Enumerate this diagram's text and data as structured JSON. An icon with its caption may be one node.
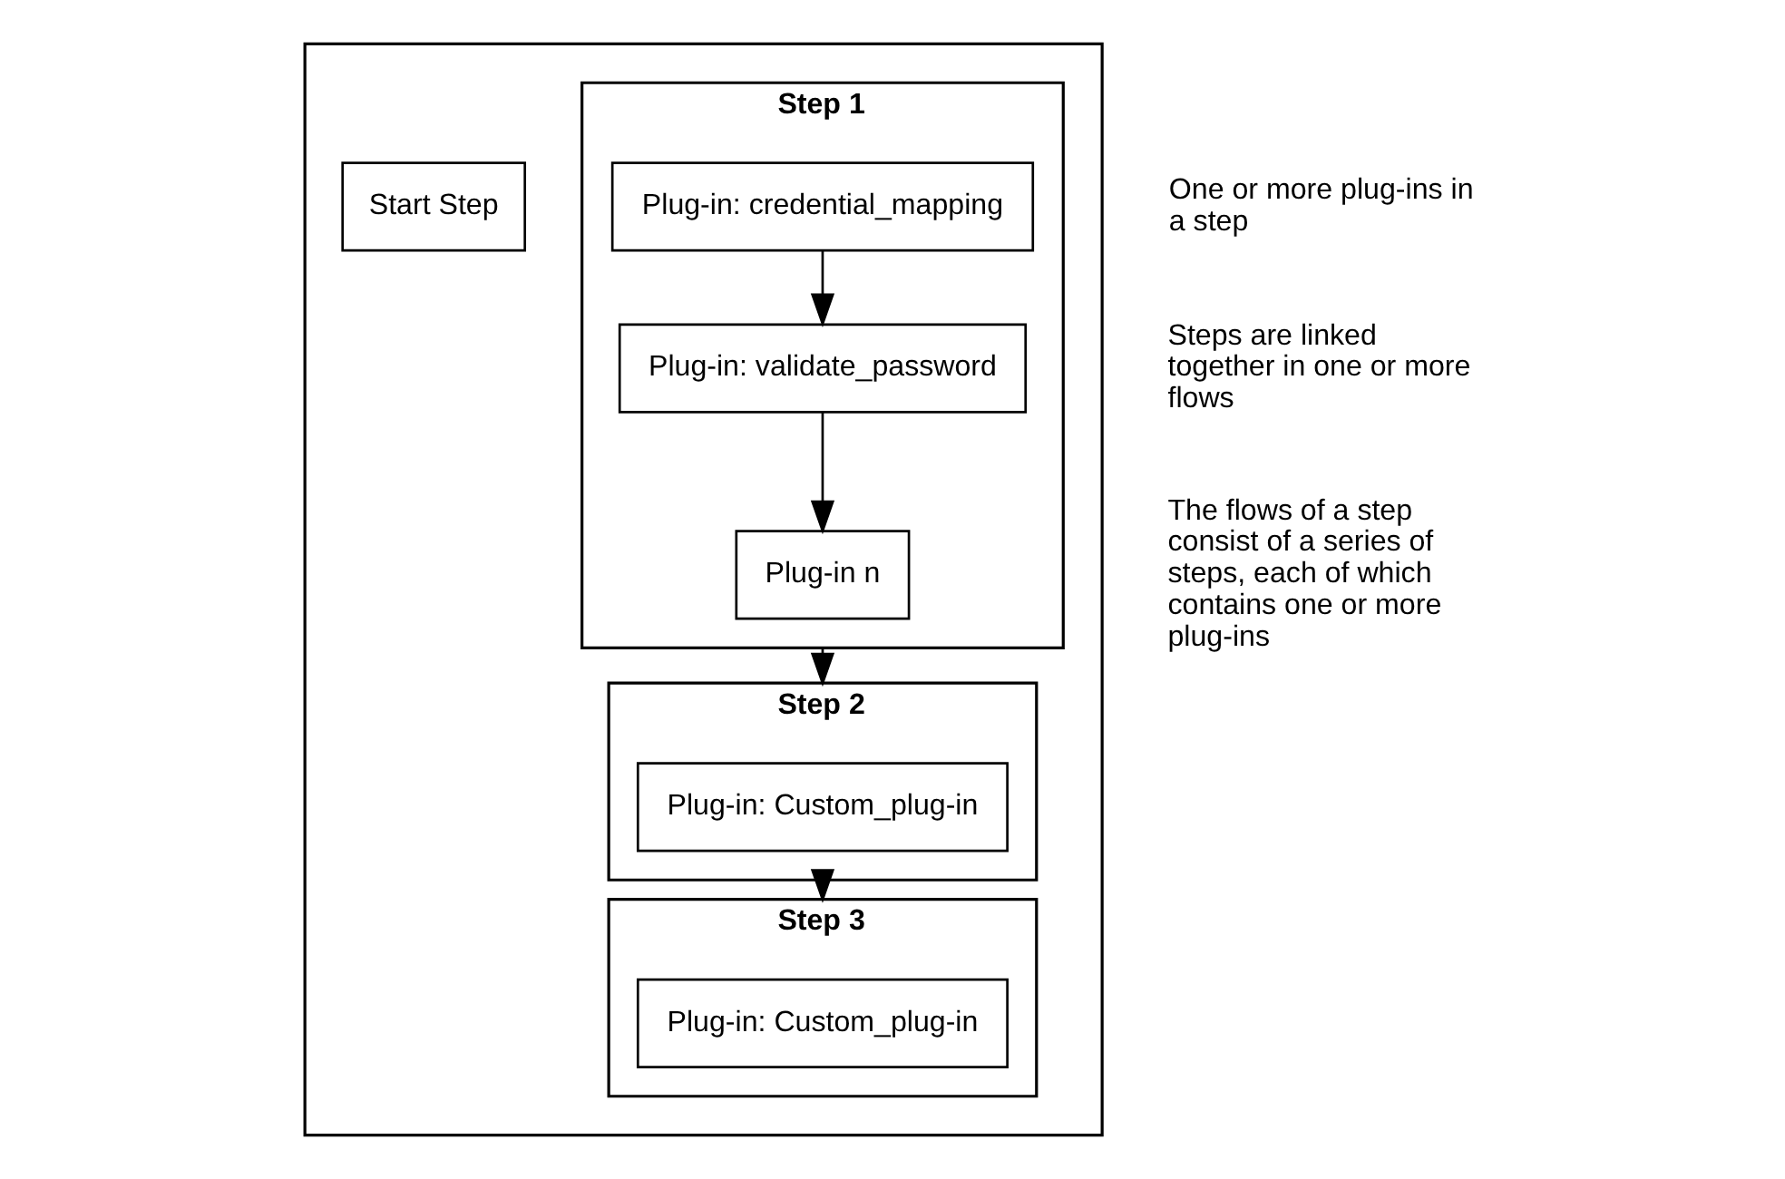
{
  "diagram": {
    "nodes": [
      {
        "text": [],
        "shape": "box"
      },
      {
        "text": [
          "Step 1"
        ],
        "in": 0
      },
      {
        "text": [
          "Start Step"
        ],
        "in": 0
      },
      {
        "text": [
          "Plug-in: credential_mapping"
        ],
        "in": 1
      },
      {
        "text": [
          "Plug-in: validate_password"
        ],
        "in": 1
      },
      {
        "text": [
          "Plug-in n"
        ],
        "in": 1
      },
      {
        "text": [
          "Step 2"
        ],
        "in": 0
      },
      {
        "text": [
          "Plug-in: Custom_plug-in"
        ],
        "in": 6
      },
      {
        "text": [
          "Step 3"
        ],
        "in": 0
      },
      {
        "text": [
          "Plug-in: Custom_plug-in"
        ],
        "in": 8
      }
    ],
    "edges": [
      {
        "from": 3,
        "to": 4,
        "arrow": "to"
      },
      {
        "from": 4,
        "to": 5,
        "arrow": "to"
      },
      {
        "from": 1,
        "to": 6,
        "arrow": "to"
      },
      {
        "from": 6,
        "to": 8,
        "arrow": "to"
      }
    ],
    "labels": [
      "One or more plug-ins in a step",
      "Steps are linked together in one or more flows",
      "The flows of a step consist of a series of steps, each of which contains one or more plug-ins"
    ]
  }
}
